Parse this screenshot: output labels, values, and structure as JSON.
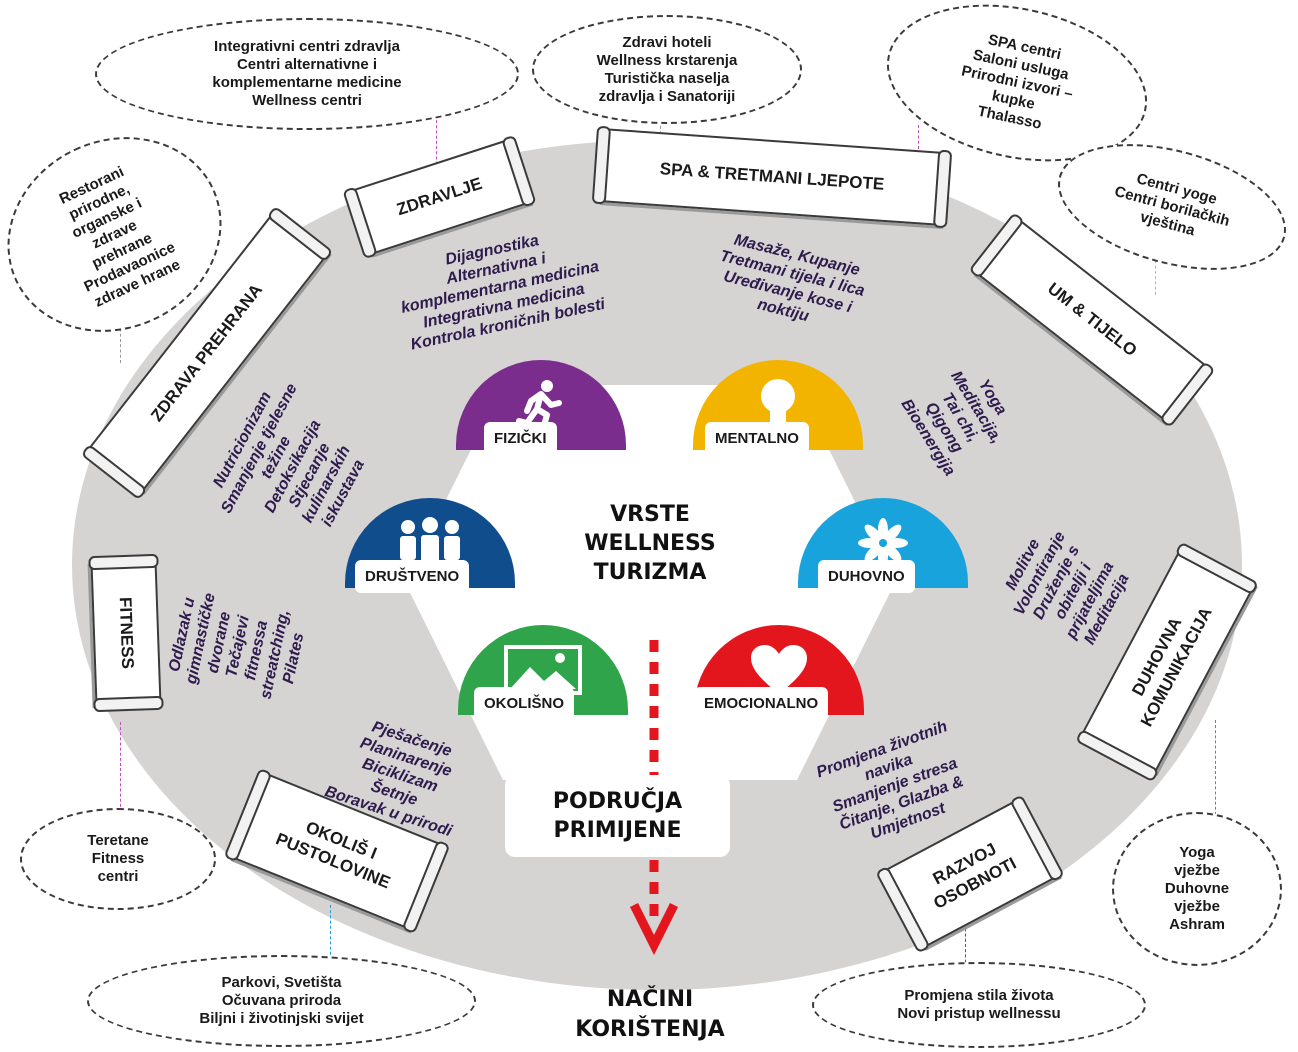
{
  "center_title": [
    "VRSTE",
    "WELLNESS",
    "TURIZMA"
  ],
  "application_areas": [
    "PODRUČJA",
    "PRIMIJENE"
  ],
  "usage_methods": [
    "NAČINI",
    "KORIŠTENJA"
  ],
  "categories": [
    {
      "label": "FIZIČKI",
      "color": "#7b2d8e",
      "icon": "runner-icon"
    },
    {
      "label": "MENTALNO",
      "color": "#f3b400",
      "icon": "lightbulb-icon"
    },
    {
      "label": "DRUŠTVENO",
      "color": "#0f4d8c",
      "icon": "people-icon"
    },
    {
      "label": "DUHOVNO",
      "color": "#19a3dd",
      "icon": "flower-icon"
    },
    {
      "label": "OKOLIŠNO",
      "color": "#2fa44a",
      "icon": "landscape-icon"
    },
    {
      "label": "EMOCIONALNO",
      "color": "#e3161e",
      "icon": "heart-icon"
    }
  ],
  "scrolls": {
    "zdravlje": "ZDRAVLJE",
    "spa": "SPA & TRETMANI  LJEPOTE",
    "um_tijelo": "UM & TIJELO",
    "zdrava_prehrana": "ZDRAVA PREHRANA",
    "fitness": "FITNESS",
    "okolis": [
      "OKOLIŠ I",
      "PUSTOLOVINE"
    ],
    "duhovna": [
      "DUHOVNA",
      "KOMUNIKACIJA"
    ],
    "razvoj": [
      "RAZVOJ",
      "OSOBNOTI"
    ]
  },
  "descriptions": {
    "zdravlje": [
      "Dijagnostika",
      "Alternativna i",
      "komplementarna medicina",
      "Integrativna medicina",
      "Kontrola kroničnih bolesti"
    ],
    "spa": [
      "Masaže, Kupanje",
      "Tretmani tijela i lica",
      "Uređivanje kose i",
      "noktiju"
    ],
    "um_tijelo": [
      "Yoga",
      "Meditacija,",
      "Tai chi,",
      "Qigong",
      "Bioenergija"
    ],
    "prehrana": [
      "Nutricionizam",
      "Smanjenje tjelesne",
      "težine",
      "Detoksikacija",
      "Stjecanje",
      "kulinarskih",
      "iskustava"
    ],
    "fitness": [
      "Odlazak u",
      "gimnastičke",
      "dvorane",
      "Tečajevi",
      "fitnessa",
      "streatching,",
      "Pilates"
    ],
    "okolis": [
      "Pješačenje",
      "Planinarenje",
      "Biciklizam",
      "Šetnje",
      "Boravak u prirodi"
    ],
    "duhovna": [
      "Molitve",
      "Volontiranje",
      "Druženje s",
      "obitelji i",
      "prijateljima",
      "Meditacija"
    ],
    "razvoj": [
      "Promjena životnih",
      "navika",
      "Smanjenje stresa",
      "Čitanje, Glazba &",
      "Umjetnost"
    ]
  },
  "bubbles": {
    "zdravlje": [
      "Integrativni centri zdravlja",
      "Centri alternativne i",
      "komplementarne medicine",
      "Wellness centri"
    ],
    "spa_hotels": [
      "Zdravi hoteli",
      "Wellness krstarenja",
      "Turistička naselja",
      "zdravlja i Sanatoriji"
    ],
    "spa_centri": [
      "SPA centri",
      "Saloni usluga",
      "Prirodni izvori –",
      "kupke",
      "Thalasso"
    ],
    "yoga_centri": [
      "Centri yoge",
      "Centri borilačkih",
      "vještina"
    ],
    "restorani": [
      "Restorani",
      "prirodne,",
      "organske i",
      "zdrave",
      "prehrane",
      "Prodavaonice",
      "zdrave hrane"
    ],
    "teretane": [
      "Teretane",
      "Fitness",
      "centri"
    ],
    "parkovi": [
      "Parkovi, Svetišta",
      "Očuvana priroda",
      "Biljni i životinjski svijet"
    ],
    "promjena": [
      "Promjena stila života",
      "Novi pristup wellnessu"
    ],
    "yoga_vjezbe": [
      "Yoga",
      "vježbe",
      "Duhovne",
      "vježbe",
      "Ashram"
    ]
  },
  "colors": {
    "ring": "#d6d3d3",
    "arrow": "#e3161e",
    "description_text": "#2e1b4d"
  }
}
